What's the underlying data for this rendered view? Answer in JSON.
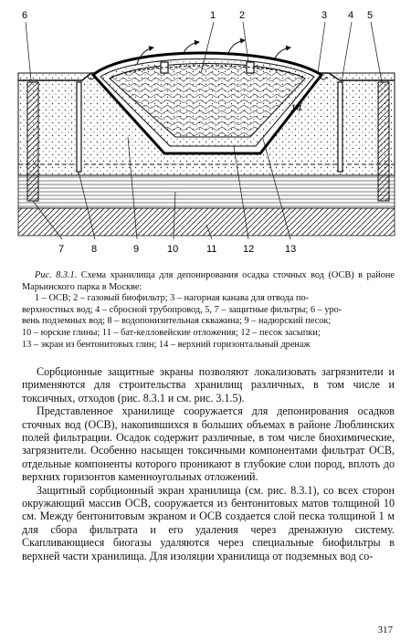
{
  "figure": {
    "callouts": {
      "top": [
        "6",
        "1",
        "2",
        "3",
        "4",
        "5"
      ],
      "bottom": [
        "7",
        "8",
        "9",
        "10",
        "11",
        "12",
        "13"
      ],
      "inner": "14"
    }
  },
  "caption": {
    "title_prefix": "Рис. 8.3.1.",
    "title_rest": "Схема хранилища для депонирования осадка сточных вод (ОСВ) в районе Марьинского парка в Москве:",
    "legend_line1": "1 – ОСВ; 2 – газовый биофильтр; 3 – нагорная канава для отвода по-",
    "legend_line2": "верхностных вод; 4 – сбросной трубопровод, 5, 7 – защитные фильтры; 6 – уро-",
    "legend_line3": "вень подземных вод; 8 – водопонизительная скважина; 9 – надюрский песок;",
    "legend_line4": "10 – юрские глины; 11 – бат-келловейские отложения; 12 – песок засыпки;",
    "legend_line5": "13 – экран из бентонитовых глин; 14 – верхний горизонтальный дренаж"
  },
  "paragraphs": [
    "Сорбционные защитные экраны позволяют локализовать загрязнители и применяются для строительства хранилищ различных, в том числе и токсичных, отходов (рис. 8.3.1 и см. рис. 3.1.5).",
    "Представленное хранилище сооружается для депонирования осадков сточных вод (ОСВ), накопившихся в больших объемах в районе Люблинских полей фильтрации. Осадок содержит различные, в том числе биохимические, загрязнители. Особенно насыщен токсичными компонентами фильтрат ОСВ, отдельные компоненты которого проникают в глубокие слои пород, вплоть до верхних горизонтов каменноугольных отложений.",
    "Защитный сорбционный экран хранилища (см. рис. 8.3.1), со всех сторон окружающий массив ОСВ, сооружается из бентонитовых матов толщиной 10 см. Между бентонитовым экраном и ОСВ создается слой песка толщиной 1 м для сбора фильтрата и его удаления через дренажную систему. Скапливающиеся биогазы удаляются через специальные биофильтры в верхней части хранилища. Для изоляции хранилища от подземных вод со-"
  ],
  "page_number": "317"
}
